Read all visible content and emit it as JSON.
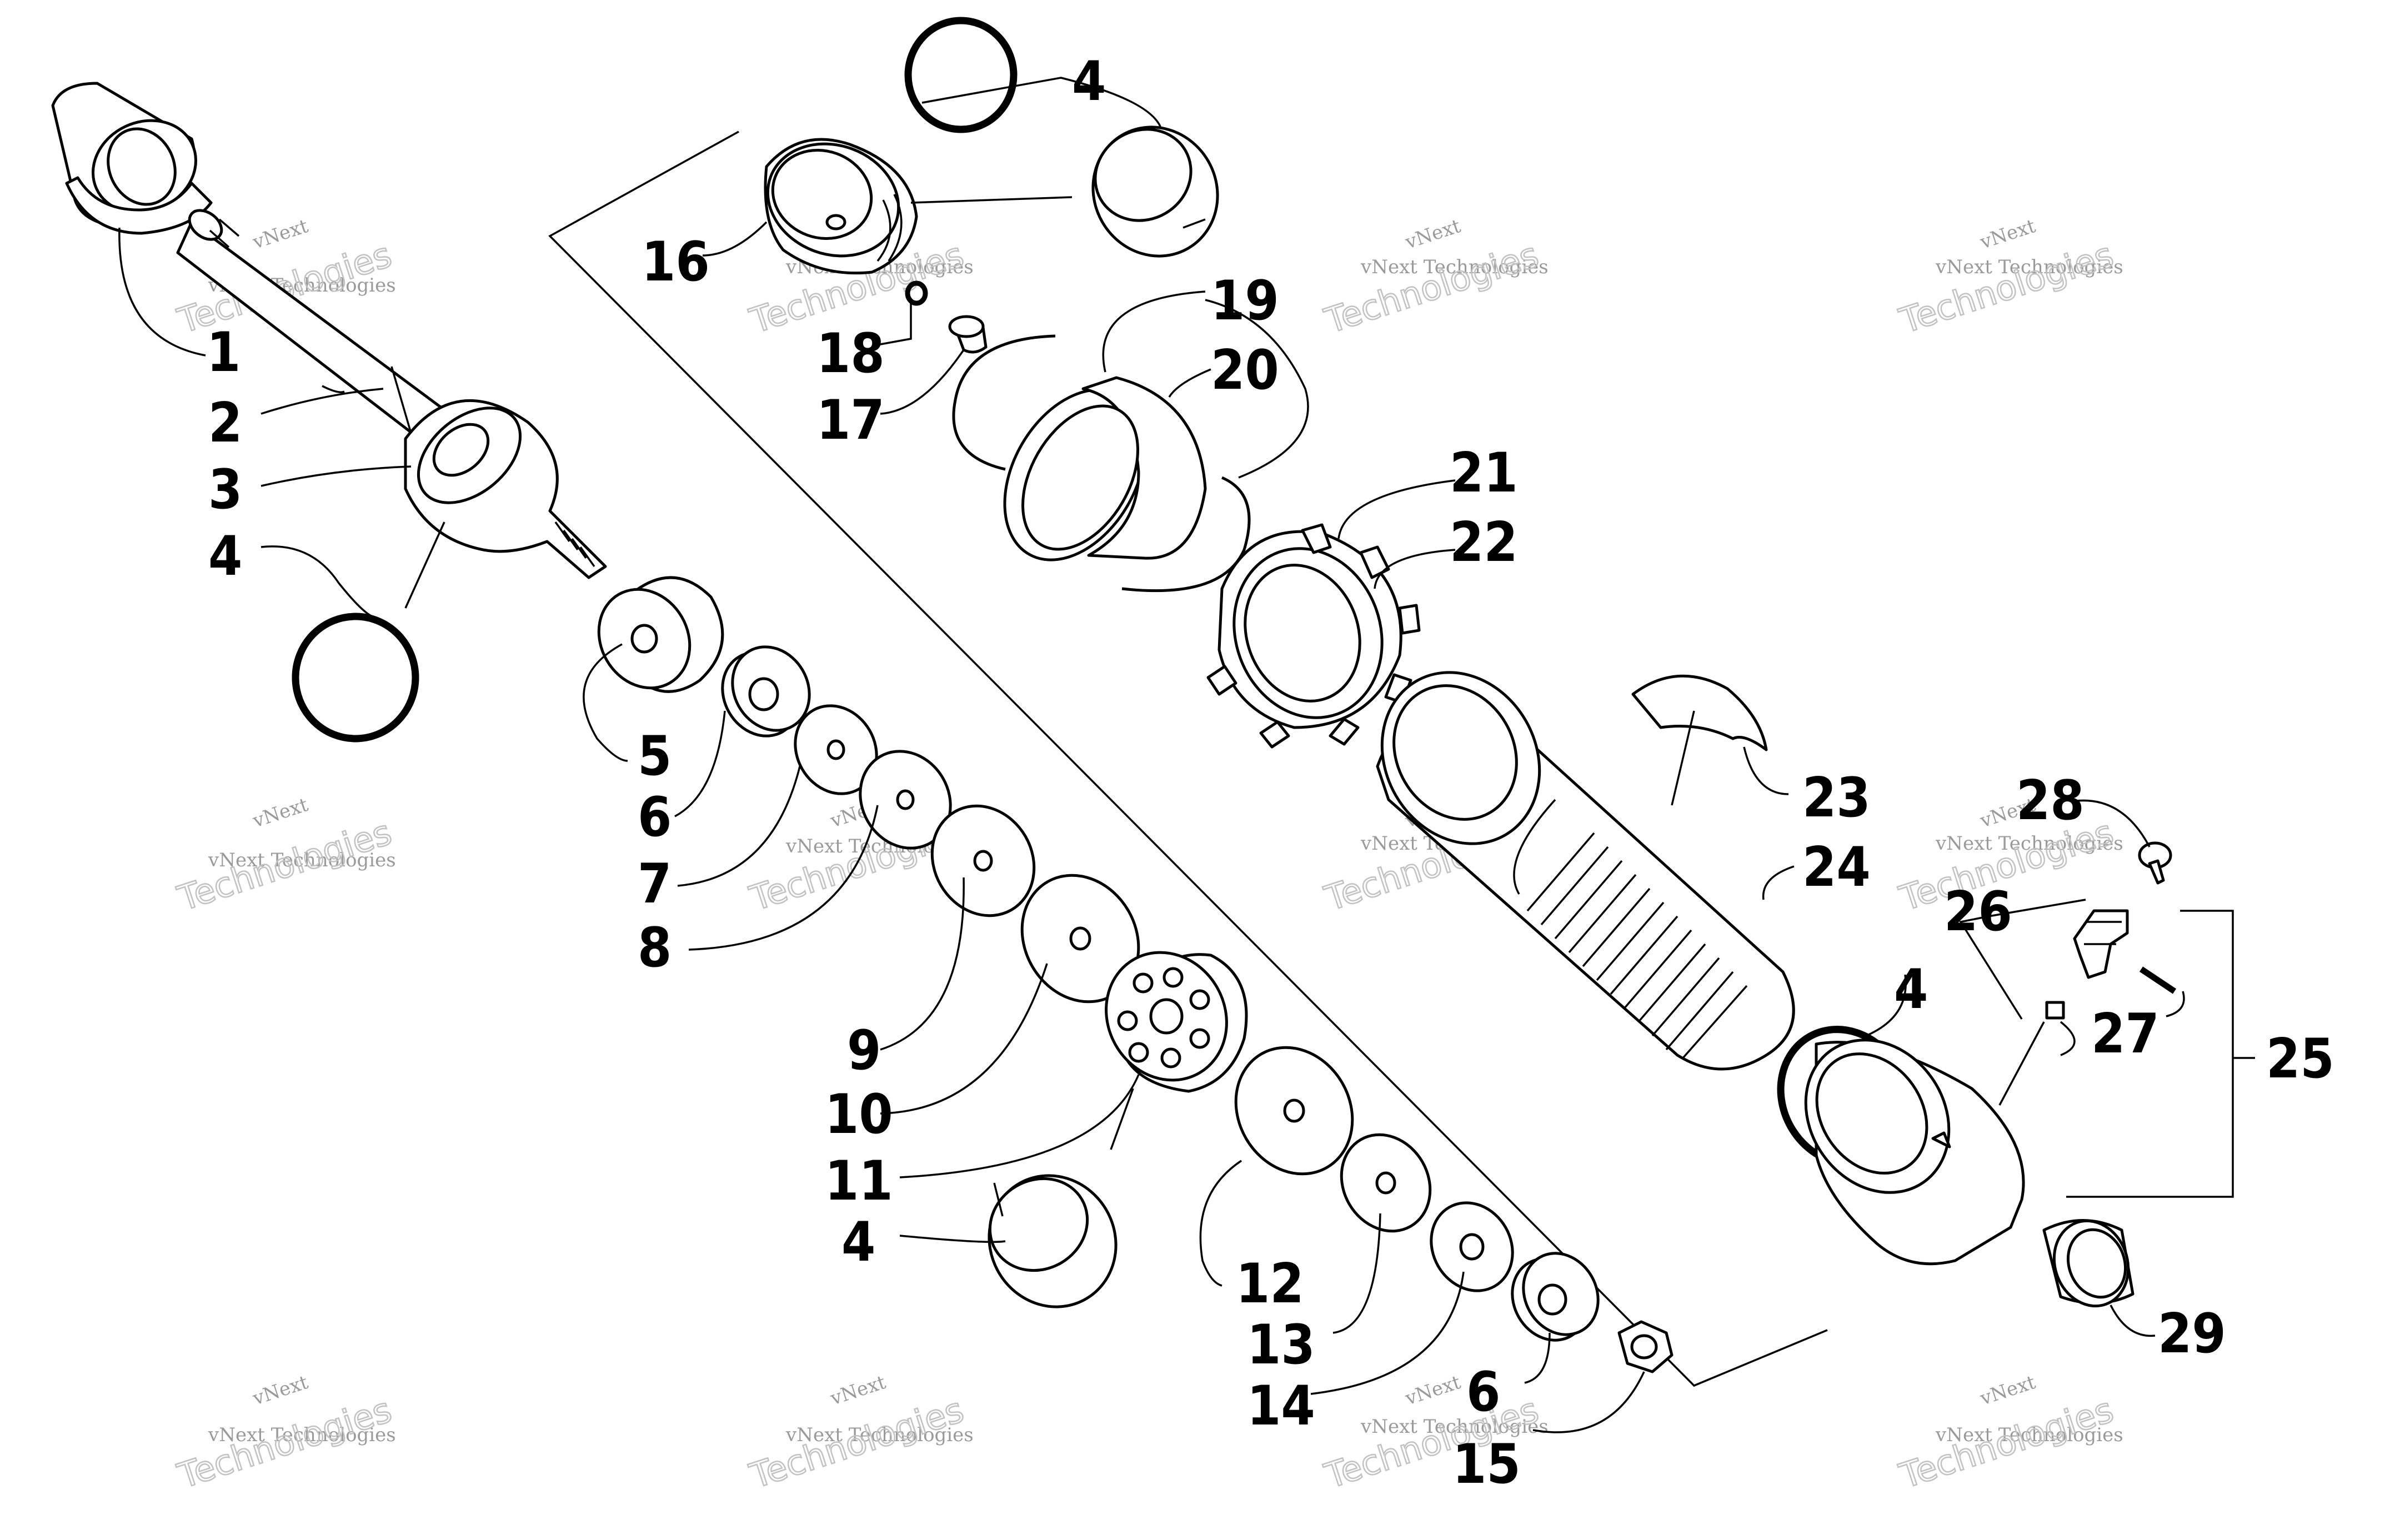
{
  "watermark": {
    "brand": "vNext",
    "company": "vNext Technologies",
    "big_text": "Technologies"
  },
  "callouts": [
    "1",
    "2",
    "3",
    "4",
    "5",
    "6",
    "7",
    "8",
    "9",
    "10",
    "11",
    "12",
    "13",
    "14",
    "15",
    "16",
    "17",
    "18",
    "19",
    "20",
    "21",
    "22",
    "23",
    "24",
    "25",
    "26",
    "27",
    "28",
    "29",
    "4",
    "4",
    "4",
    "6"
  ]
}
